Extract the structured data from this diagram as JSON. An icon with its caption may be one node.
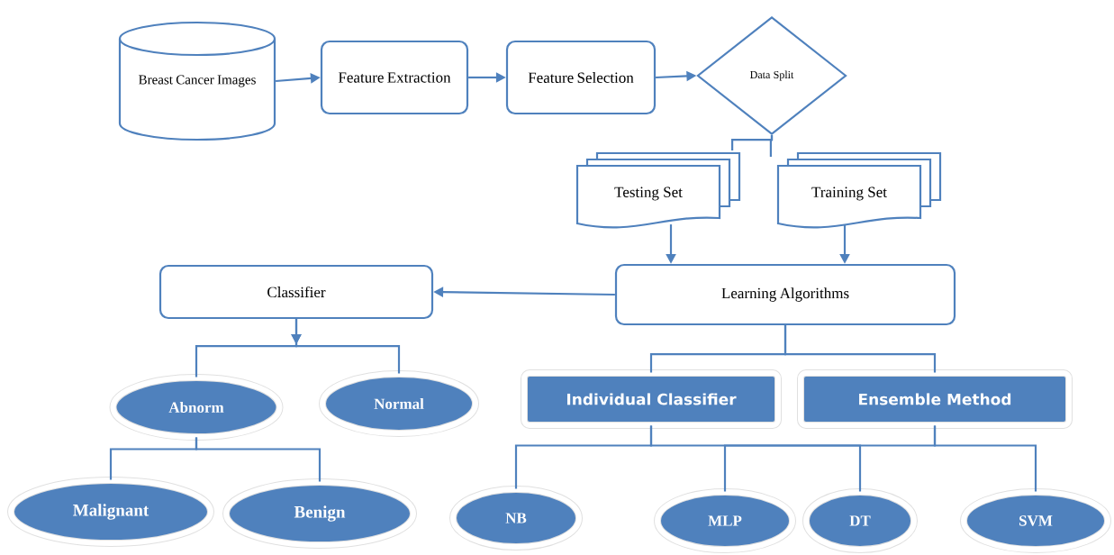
{
  "diagram": {
    "nodes": [
      {
        "text": [
          "Breast Cancer Images"
        ]
      },
      {
        "text": [
          "Feature Extraction"
        ]
      },
      {
        "text": [
          "Feature Selection"
        ]
      },
      {
        "text": [
          "Data Split"
        ]
      },
      {
        "text": [
          "Testing Set"
        ]
      },
      {
        "text": [
          "Training Set"
        ]
      },
      {
        "text": [
          "Classifier"
        ]
      },
      {
        "text": [
          "Learning Algorithms"
        ]
      },
      {
        "text": [
          "Abnorm"
        ]
      },
      {
        "text": [
          "Normal"
        ]
      },
      {
        "text": [
          "Malignant"
        ]
      },
      {
        "text": [
          "Benign"
        ]
      },
      {
        "text": [
          "Individual Classifier"
        ]
      },
      {
        "text": [
          "Ensemble Method"
        ]
      },
      {
        "text": [
          "NB"
        ]
      },
      {
        "text": [
          "MLP"
        ]
      },
      {
        "text": [
          "DT"
        ]
      },
      {
        "text": [
          "SVM"
        ]
      }
    ],
    "edges": [
      {
        "from": 0,
        "to": 1,
        "arrow": "to"
      },
      {
        "from": 1,
        "to": 2,
        "arrow": "to"
      },
      {
        "from": 2,
        "to": 3,
        "arrow": "to"
      },
      {
        "from": 3,
        "to": 4,
        "arrow": "none"
      },
      {
        "from": 3,
        "to": 5,
        "arrow": "none"
      },
      {
        "from": 4,
        "to": 7,
        "arrow": "to"
      },
      {
        "from": 5,
        "to": 7,
        "arrow": "to"
      },
      {
        "from": 7,
        "to": 6,
        "arrow": "to"
      },
      {
        "from": 6,
        "to": 8,
        "arrow": "to"
      },
      {
        "from": 6,
        "to": 9,
        "arrow": "to"
      },
      {
        "from": 8,
        "to": 10,
        "arrow": "none"
      },
      {
        "from": 8,
        "to": 11,
        "arrow": "none"
      },
      {
        "from": 7,
        "to": 12,
        "arrow": "none"
      },
      {
        "from": 7,
        "to": 13,
        "arrow": "none"
      },
      {
        "from": 12,
        "to": 14,
        "arrow": "none"
      },
      {
        "from": 12,
        "to": 16,
        "arrow": "none"
      },
      {
        "from": 13,
        "to": 15,
        "arrow": "none"
      },
      {
        "from": 13,
        "to": 17,
        "arrow": "none"
      }
    ]
  }
}
